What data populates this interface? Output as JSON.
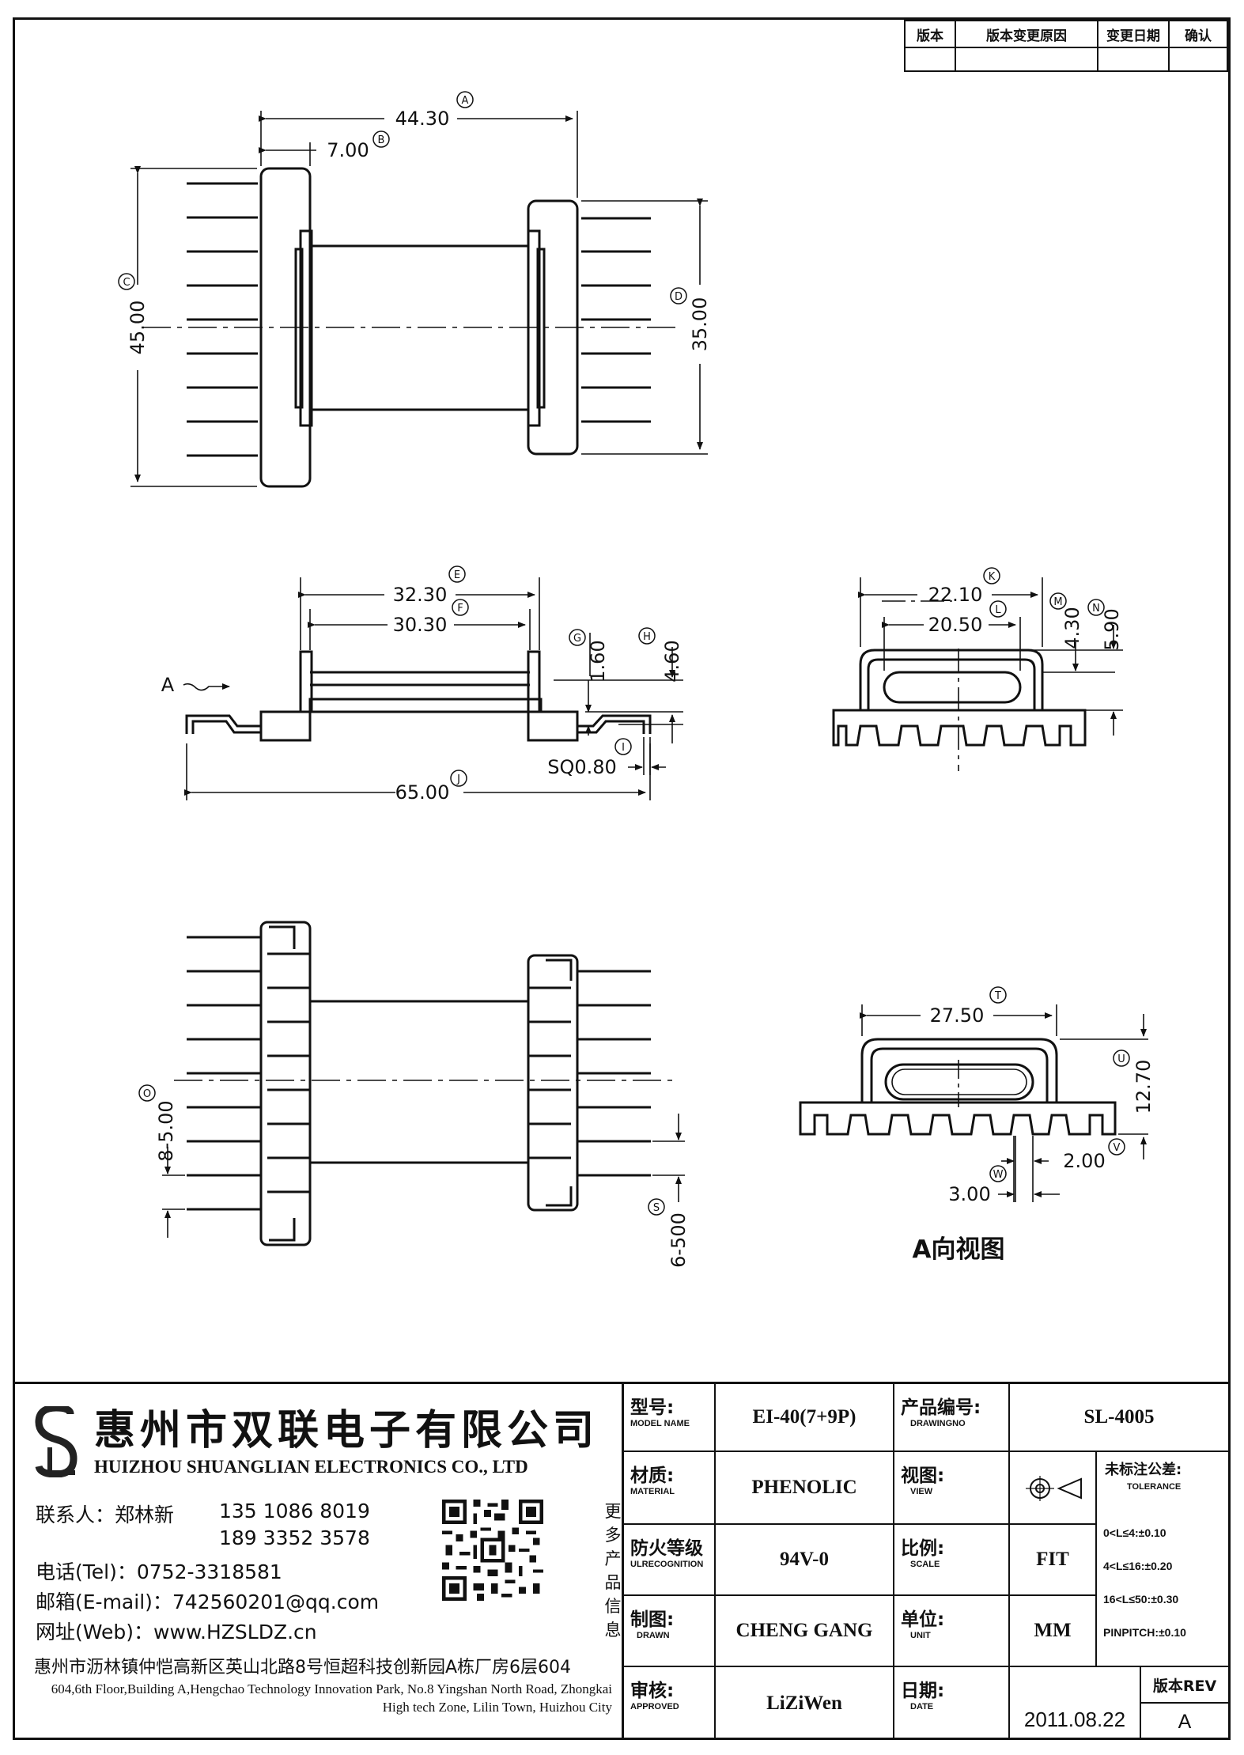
{
  "revision_table": {
    "headers": [
      "版本",
      "版本变更原因",
      "变更日期",
      "确认"
    ],
    "rows": [
      [
        "",
        "",
        "",
        ""
      ]
    ]
  },
  "drawing": {
    "top_view": {
      "dim_a": {
        "value": "44.30",
        "balloon": "A"
      },
      "dim_b": {
        "value": "7.00",
        "balloon": "B"
      },
      "dim_c": {
        "value": "45.00",
        "balloon": "C"
      },
      "dim_d": {
        "value": "35.00",
        "balloon": "D"
      }
    },
    "side_view": {
      "dim_e": {
        "value": "32.30",
        "balloon": "E"
      },
      "dim_f": {
        "value": "30.30",
        "balloon": "F"
      },
      "dim_g": {
        "value": "1.60",
        "balloon": "G"
      },
      "dim_h": {
        "value": "4.60",
        "balloon": "H"
      },
      "dim_i": {
        "value": "SQ0.80",
        "balloon": "I"
      },
      "dim_j": {
        "value": "65.00",
        "balloon": "J"
      },
      "view_arrow_label": "A"
    },
    "end_view": {
      "dim_k": {
        "value": "22.10",
        "balloon": "K"
      },
      "dim_l": {
        "value": "20.50",
        "balloon": "L"
      },
      "dim_m": {
        "value": "4.30",
        "balloon": "M"
      },
      "dim_n": {
        "value": "5.90",
        "balloon": "N"
      }
    },
    "bottom_view": {
      "dim_o": {
        "value": "8-5.00",
        "balloon": "O"
      },
      "dim_s": {
        "value": "6-500",
        "balloon": "S"
      }
    },
    "a_view": {
      "dim_t": {
        "value": "27.50",
        "balloon": "T"
      },
      "dim_u": {
        "value": "12.70",
        "balloon": "U"
      },
      "dim_v": {
        "value": "2.00",
        "balloon": "V"
      },
      "dim_w": {
        "value": "3.00",
        "balloon": "W"
      },
      "title": "A向视图"
    }
  },
  "company": {
    "name_cn": "惠州市双联电子有限公司",
    "name_en": "HUIZHOU SHUANGLIAN ELECTRONICS CO., LTD",
    "contact_label": "联系人：郑林新",
    "phone1": "135 1086 8019",
    "phone2": "189 3352 3578",
    "tel": "电话(Tel)：0752-3318581",
    "email": "邮箱(E-mail)：742560201@qq.com",
    "web": "网址(Web)：www.HZSLDZ.cn",
    "more_info": [
      "更",
      "多",
      "产",
      "品",
      "信",
      "息"
    ],
    "address_cn": "惠州市沥林镇仲恺高新区英山北路8号恒超科技创新园A栋厂房6层604",
    "address_en": "604,6th Floor,Building A,Hengchao Technology Innovation Park, No.8 Yingshan North Road, Zhongkai High tech Zone, Lilin Town, Huizhou City"
  },
  "title_block": {
    "model": {
      "label_cn": "型号:",
      "label_en": "MODEL NAME",
      "value": "EI-40(7+9P)"
    },
    "drawing_no": {
      "label_cn": "产品编号:",
      "label_en": "DRAWINGNO",
      "value": "SL-4005"
    },
    "material": {
      "label_cn": "材质:",
      "label_en": "MATERIAL",
      "value": "PHENOLIC"
    },
    "view": {
      "label_cn": "视图:",
      "label_en": "VIEW"
    },
    "tolerance": {
      "label_cn": "未标注公差:",
      "label_en": "TOLERANCE",
      "lines": [
        "0<L≤4:±0.10",
        "4<L≤16:±0.20",
        "16<L≤50:±0.30",
        "PINPITCH:±0.10"
      ]
    },
    "fire_rating": {
      "label_cn": "防火等级",
      "label_en": "ULRECOGNITION",
      "value": "94V-0"
    },
    "scale": {
      "label_cn": "比例:",
      "label_en": "SCALE",
      "value": "FIT"
    },
    "drawn": {
      "label_cn": "制图:",
      "label_en": "DRAWN",
      "value": "CHENG GANG"
    },
    "unit": {
      "label_cn": "单位:",
      "label_en": "UNIT",
      "value": "MM"
    },
    "approved": {
      "label_cn": "审核:",
      "label_en": "APPROVED",
      "value": "LiZiWen"
    },
    "date": {
      "label_cn": "日期:",
      "label_en": "DATE",
      "value": "2011.08.22"
    },
    "revision": {
      "label": "版本REV",
      "value": "A"
    }
  }
}
